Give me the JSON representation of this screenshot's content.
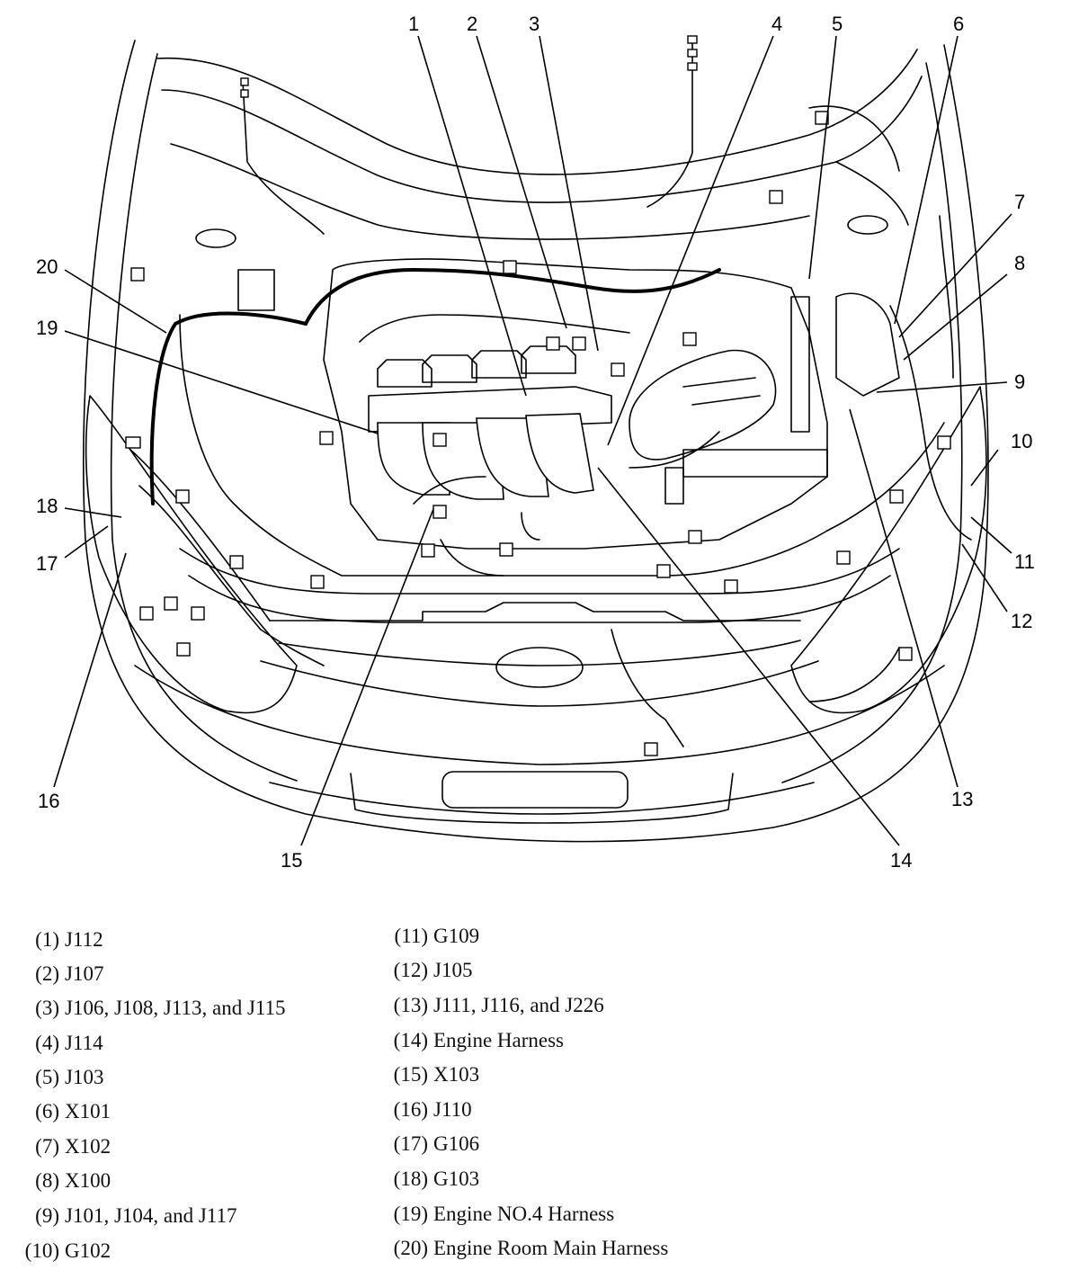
{
  "callouts": [
    {
      "num": "1",
      "name": "J112"
    },
    {
      "num": "2",
      "name": "J107"
    },
    {
      "num": "3",
      "name": "J106, J108, J113, and J115"
    },
    {
      "num": "4",
      "name": "J114"
    },
    {
      "num": "5",
      "name": "J103"
    },
    {
      "num": "6",
      "name": "X101"
    },
    {
      "num": "7",
      "name": "X102"
    },
    {
      "num": "8",
      "name": "X100"
    },
    {
      "num": "9",
      "name": "J101, J104, and J117"
    },
    {
      "num": "10",
      "name": "G102"
    },
    {
      "num": "11",
      "name": "G109"
    },
    {
      "num": "12",
      "name": "J105"
    },
    {
      "num": "13",
      "name": "J111, J116, and J226"
    },
    {
      "num": "14",
      "name": "Engine Harness"
    },
    {
      "num": "15",
      "name": "X103"
    },
    {
      "num": "16",
      "name": "J110"
    },
    {
      "num": "17",
      "name": "G106"
    },
    {
      "num": "18",
      "name": "G103"
    },
    {
      "num": "19",
      "name": "Engine NO.4 Harness"
    },
    {
      "num": "20",
      "name": "Engine Room Main Harness"
    }
  ],
  "legend": [
    {
      "label": "(1)",
      "text": "J112"
    },
    {
      "label": "(2)",
      "text": "J107"
    },
    {
      "label": "(3)",
      "text": "J106, J108, J113, and J115"
    },
    {
      "label": "(4)",
      "text": "J114"
    },
    {
      "label": "(5)",
      "text": "J103"
    },
    {
      "label": "(6)",
      "text": "X101"
    },
    {
      "label": "(7)",
      "text": "X102"
    },
    {
      "label": "(8)",
      "text": "X100"
    },
    {
      "label": "(9)",
      "text": "J101, J104, and J117"
    },
    {
      "label": "(10)",
      "text": "G102"
    },
    {
      "label": "(11)",
      "text": "G109"
    },
    {
      "label": "(12)",
      "text": "J105"
    },
    {
      "label": "(13)",
      "text": "J111, J116, and J226"
    },
    {
      "label": "(14)",
      "text": "Engine Harness"
    },
    {
      "label": "(15)",
      "text": "X103"
    },
    {
      "label": "(16)",
      "text": "J110"
    },
    {
      "label": "(17)",
      "text": "G106"
    },
    {
      "label": "(18)",
      "text": "G103"
    },
    {
      "label": "(19)",
      "text": "Engine NO.4 Harness"
    },
    {
      "label": "(20)",
      "text": "Engine Room Main Harness"
    }
  ]
}
